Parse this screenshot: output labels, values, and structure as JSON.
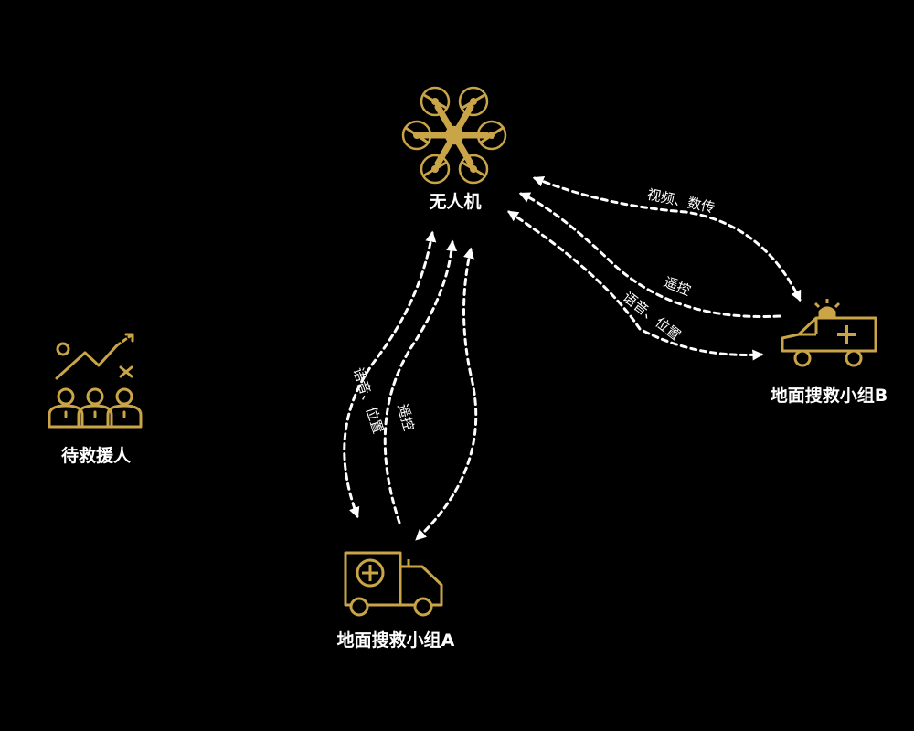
{
  "colors": {
    "background": "#000000",
    "icon": "#c9a548",
    "line": "#ffffff",
    "text": "#ffffff"
  },
  "nodes": {
    "drone": {
      "label": "无人机",
      "icon": "hexacopter-drone-icon"
    },
    "team_b": {
      "label": "地面搜救小组B",
      "icon": "ambulance-icon"
    },
    "team_a": {
      "label": "地面搜救小组A",
      "icon": "ambulance-icon"
    },
    "victims": {
      "label": "待救援人",
      "icon": "people-plan-icon"
    }
  },
  "links": {
    "b_video": "视频、数传",
    "b_remote": "遥控",
    "b_voice": "语音、位置",
    "a_voice": "语音、位置",
    "a_remote": "遥控"
  }
}
